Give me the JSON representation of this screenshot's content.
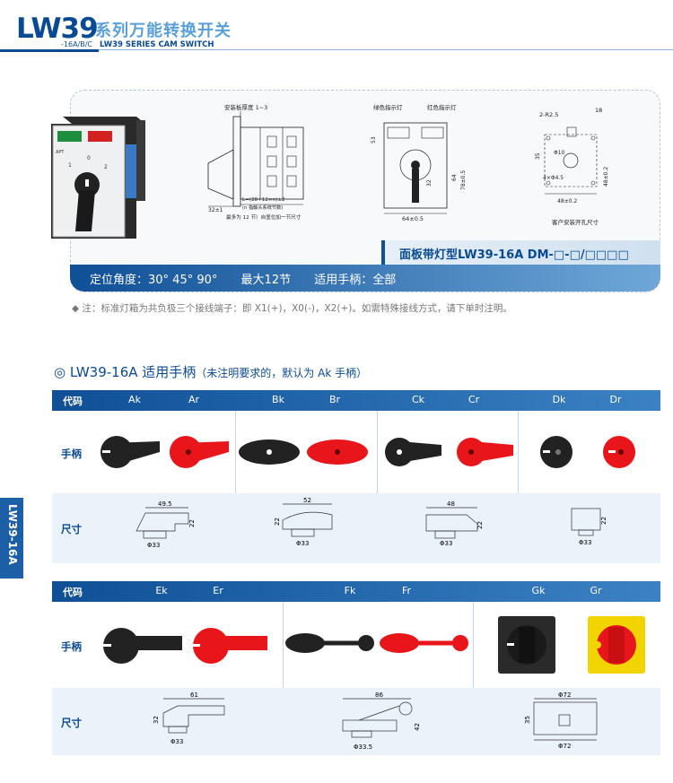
{
  "header": {
    "logo": "LW39",
    "title_cn": "系列万能转换开关",
    "sub_code": "-16A/B/C",
    "sub_en": "LW39 SERIES CAM SWITCH"
  },
  "feature": {
    "model": "面板带灯型LW39-16A DM-□-□/□□□□",
    "specs": [
      "定位角度：30° 45° 90°",
      "最大12节",
      "适用手柄：全部"
    ],
    "dim_labels": {
      "panel_thickness": "安装板厚度 1~3",
      "green_lamp": "绿色指示灯",
      "red_lamp": "红色指示灯",
      "formula": "L=(28+12×n)±2",
      "n_note": "(n 指触头系统节数)",
      "max_note": "最多为 12 节）自显位加一节尺寸",
      "d32": "32±1",
      "d53": "53",
      "d64": "64±0.5",
      "d32b": "32",
      "d64b": "64",
      "d785": "78±0.5",
      "r25": "2-R2.5",
      "d18": "18",
      "phi10": "Φ10",
      "phi45": "4×Φ4.5",
      "d48a": "48±0.2",
      "d48b": "48±0.2",
      "d35": "35",
      "cut_label": "客户安装开孔尺寸",
      "face_brand": "APT",
      "face_0": "0",
      "face_1": "1",
      "face_2": "2"
    }
  },
  "note": "◆ 注：标准灯箱为共负极三个接线端子：即 X1(+)，X0(-)，X2(+)。如需特殊接线方式，请下单时注明。",
  "section": {
    "title": "◎  LW39-16A 适用手柄",
    "subtitle": "（未注明要求的，默认为 Ak 手柄）"
  },
  "side_tab": "LW39-16A",
  "table_labels": {
    "code": "代码",
    "handle": "手柄",
    "size": "尺寸"
  },
  "table1": {
    "codes": [
      "Ak",
      "Ar",
      "Bk",
      "Br",
      "Ck",
      "Cr",
      "Dk",
      "Dr"
    ],
    "dims": [
      {
        "w": "49.5",
        "h": "22",
        "d": "Φ33"
      },
      {
        "w": "52",
        "h": "22",
        "d": "Φ33"
      },
      {
        "w": "48",
        "h": "22",
        "d": "Φ33"
      },
      {
        "w": "",
        "h": "22",
        "d": "Φ33"
      }
    ]
  },
  "table2": {
    "codes": [
      "Ek",
      "Er",
      "Fk",
      "Fr",
      "Gk",
      "Gr"
    ],
    "dims": [
      {
        "w": "61",
        "h": "32",
        "d": "Φ33"
      },
      {
        "w": "86",
        "h": "42",
        "d": "Φ33.5"
      },
      {
        "w": "Φ72",
        "h": "35",
        "d": "Φ72"
      }
    ]
  },
  "colors": {
    "brand": "#0a4a93",
    "red": "#e8161b",
    "black": "#1d1d1d",
    "yellow": "#f2d400"
  }
}
